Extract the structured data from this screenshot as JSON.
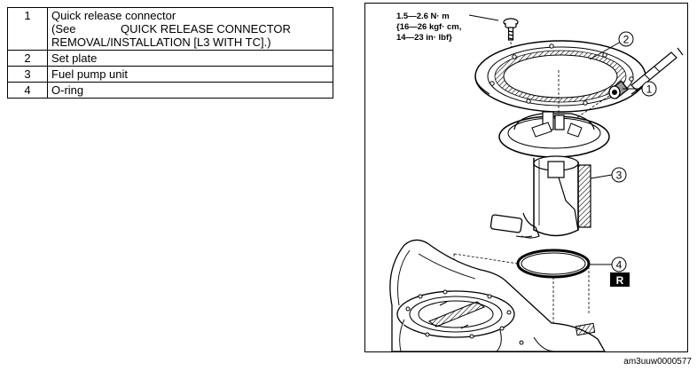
{
  "parts_table": {
    "rows": [
      {
        "num": "1",
        "lines": [
          "Quick release connector",
          "(See              QUICK RELEASE CONNECTOR",
          "REMOVAL/INSTALLATION [L3 WITH TC].)"
        ]
      },
      {
        "num": "2",
        "lines": [
          "Set plate"
        ]
      },
      {
        "num": "3",
        "lines": [
          "Fuel pump unit"
        ]
      },
      {
        "num": "4",
        "lines": [
          "O-ring"
        ]
      }
    ]
  },
  "figure": {
    "torque": [
      "1.5—2.6  N· m",
      "{16—26  kgf· cm,",
      "14—23  in· lbf}"
    ],
    "callouts": [
      "2",
      "1",
      "3",
      "4"
    ],
    "replace_mark": "R",
    "code": "am3uuw0000577"
  }
}
